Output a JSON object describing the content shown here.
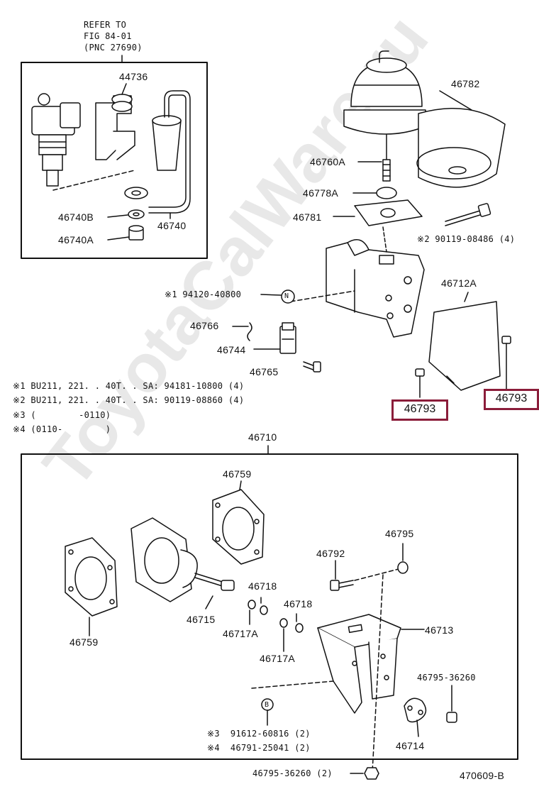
{
  "refer": {
    "line1": "REFER TO",
    "line2": "FIG 84-01",
    "line3": "(PNC 27690)"
  },
  "parts": {
    "p44736": "44736",
    "p46740B": "46740B",
    "p46740": "46740",
    "p46740A": "46740A",
    "p46782": "46782",
    "p46760A": "46760A",
    "p46778A": "46778A",
    "p46781": "46781",
    "p2_bolt": "※2 90119-08486 (4)",
    "p1_nut": "※1 94120-40800",
    "p46766": "46766",
    "p46744": "46744",
    "p46765": "46765",
    "p46712A": "46712A",
    "p46793_left": "46793",
    "p46793_right": "46793",
    "p46710": "46710",
    "p46759_top": "46759",
    "p46759_left": "46759",
    "p46795": "46795",
    "p46792": "46792",
    "p46718_a": "46718",
    "p46718_b": "46718",
    "p46715": "46715",
    "p46717A_a": "46717A",
    "p46717A_b": "46717A",
    "p46713": "46713",
    "p46795_36260": "46795-36260",
    "p46714": "46714",
    "p3_bolt": "※3  91612-60816 (2)",
    "p4_bolt": "※4  46791-25041 (2)",
    "p46795_bottom": "46795-36260 (2)",
    "circle_N": "N",
    "circle_B": "B"
  },
  "notes": [
    "※1 BU211, 221. . 40T. . SA: 94181-10800 (4)",
    "※2 BU211, 221. . 40T. . SA: 90119-08860 (4)",
    "※3 (        -0110)",
    "※4 (0110-        )"
  ],
  "footer": {
    "code": "470609-B"
  },
  "watermark": "ToyotaCalWare.ru",
  "colors": {
    "highlight": "#8b1d3a",
    "line": "#111111",
    "watermark": "#e8e8e8"
  }
}
